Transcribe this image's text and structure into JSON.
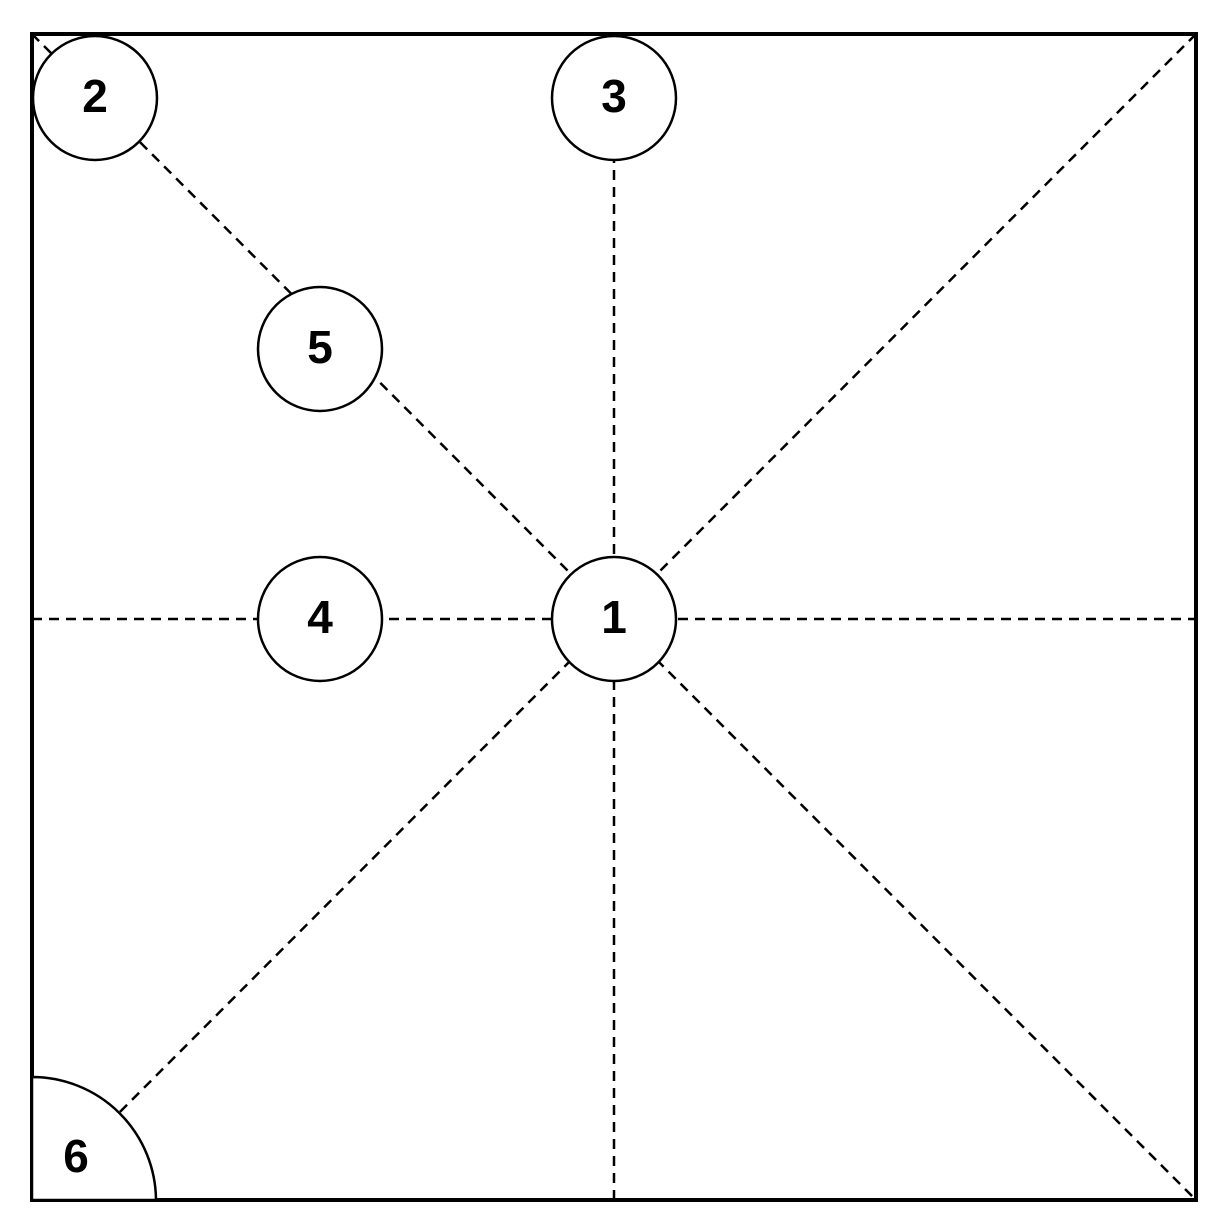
{
  "diagram": {
    "nodes": [
      {
        "id": "node-1",
        "label": "1"
      },
      {
        "id": "node-2",
        "label": "2"
      },
      {
        "id": "node-3",
        "label": "3"
      },
      {
        "id": "node-4",
        "label": "4"
      },
      {
        "id": "node-5",
        "label": "5"
      },
      {
        "id": "node-6",
        "label": "6"
      }
    ],
    "colors": {
      "stroke": "#000000",
      "background": "#ffffff"
    }
  }
}
